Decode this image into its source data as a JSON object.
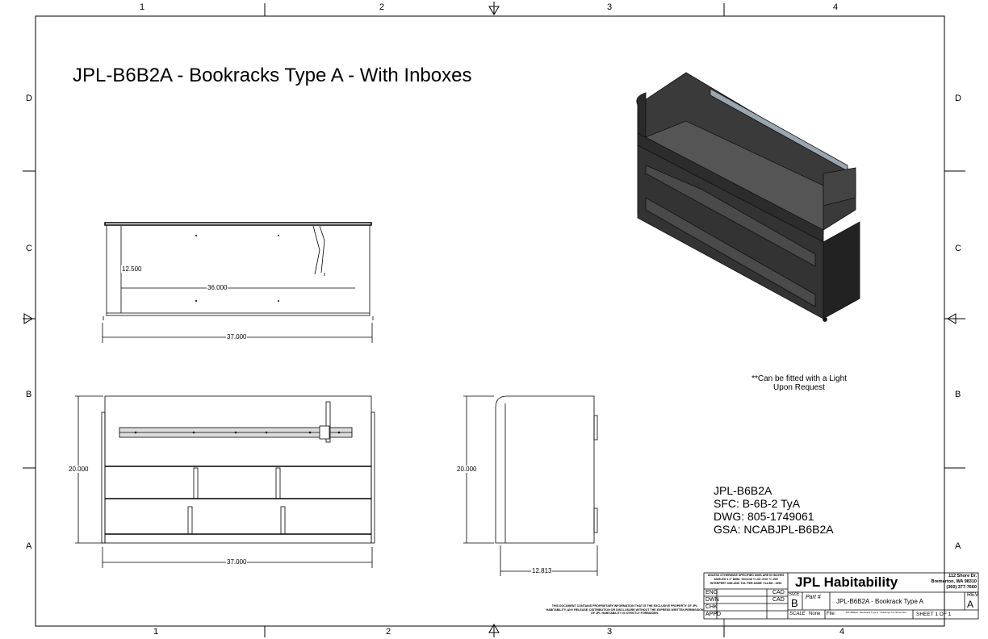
{
  "title": "JPL-B6B2A - Bookracks Type A - With Inboxes",
  "zones": {
    "columns": [
      "1",
      "2",
      "3",
      "4"
    ],
    "rows": [
      "D",
      "C",
      "B",
      "A"
    ]
  },
  "dimensions": {
    "top_height": "12.500",
    "top_inner_width": "36.000",
    "top_width": "37.000",
    "front_height": "20.000",
    "front_width": "37.000",
    "side_height": "20.000",
    "side_depth": "12.813"
  },
  "note": "**Can be fitted with a Light Upon Request",
  "spec": {
    "part": "JPL-B6B2A",
    "sfc": "SFC:  B-6B-2 TyA",
    "dwg": "DWG:  805-1749061",
    "gsa": "GSA:  NCABJPL-B6B2A"
  },
  "proprietary": "THIS DOCUMENT CONTAINS PROPRIETARY INFORMATION THAT IS THE EXCLUSIVE PROPERTY OF JPL HABITABILITY. ANY RELEASE, DISTRIBUTION OR DISCLOSURE WITHOUT THE EXPRESS WRITTEN PERMISSION OF JPL HABITABILITY IS STRICTLY FORBIDDEN.",
  "title_block": {
    "tolerance": "UNLESS OTHERWISE SPECIFIED DIMS ARE IN INCHES ANGLES ± 1°  DIMs: General +/-.03  .XXX +/-.005 INTERPRET DIM AND TOL PER ASME Y14.5M - 1994",
    "rows": [
      {
        "label": "ENG",
        "val": "CAD"
      },
      {
        "label": "DWN",
        "val": "CAD"
      },
      {
        "label": "CHK",
        "val": ""
      },
      {
        "label": "APPD",
        "val": ""
      }
    ],
    "company": "JPL Habitability",
    "address": [
      "112 Shore Dr.",
      "Bremerton, WA 98310",
      "(360) 377-7660"
    ],
    "size_label": "SIZE",
    "size": "B",
    "part_label": "Part #",
    "part": "JPL-B6B2A - Bookrack Type A",
    "rev_label": "REV",
    "rev": "A",
    "scale_label": "SCALE",
    "scale": "None",
    "file_label": "File:",
    "file": "JPL-B6B2A - Bookrack Type A - Drawings Cut Sheet.idw",
    "sheet": "SHEET 1 OF 1"
  }
}
